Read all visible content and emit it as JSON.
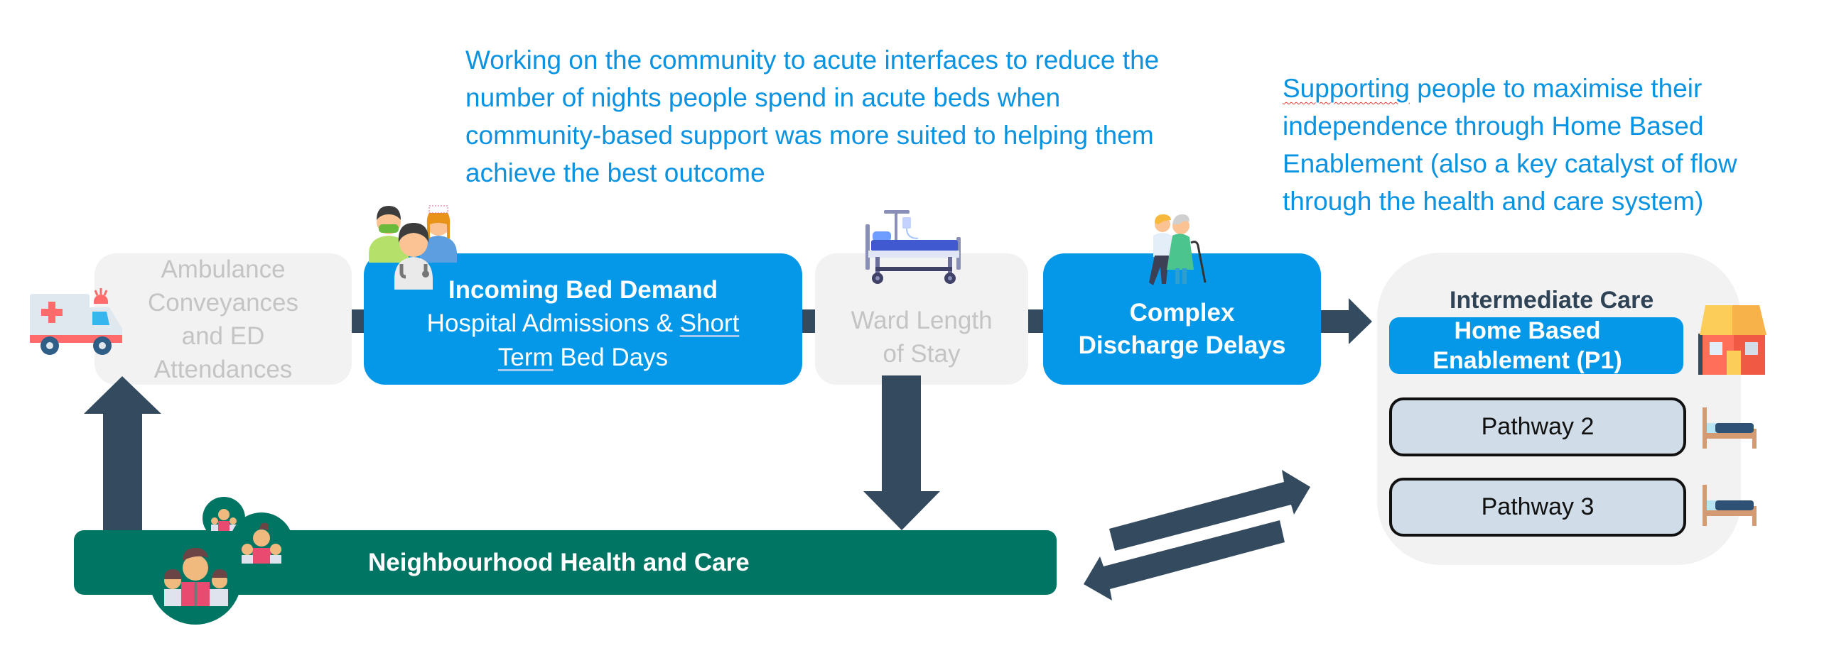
{
  "top_blurbs": {
    "acute": {
      "lines": [
        "Working on the community to acute interfaces to reduce the",
        "number of nights people spend in acute beds when",
        "community-based support was more suited to helping them",
        "achieve the best outcome"
      ]
    },
    "independence": {
      "first_word": "Supporting",
      "line1_rest": " people to maximise their",
      "lines_rest": [
        "independence through Home Based",
        "Enablement (also a key catalyst of flow",
        "through the health and care system)"
      ]
    }
  },
  "flow": {
    "ambulance": {
      "lines": [
        "Ambulance",
        "Conveyances",
        "and ED",
        "Attendances"
      ],
      "icon": "ambulance-icon"
    },
    "incoming": {
      "title": "Incoming Bed Demand",
      "line2_a": "Hospital Admissions & ",
      "line2_u": "Short ",
      "line3_u": "Term",
      "line3_b": " Bed Days",
      "icon": "medical-staff-icon"
    },
    "ward": {
      "lines": [
        "Ward Length",
        "of Stay"
      ],
      "icon": "hospital-bed-icon"
    },
    "complex": {
      "lines": [
        "Complex",
        "Discharge Delays"
      ],
      "icon": "carer-elderly-icon"
    }
  },
  "intermediate_care": {
    "title": "Intermediate Care",
    "home_based": {
      "lines": [
        "Home Based",
        "Enablement (P1)"
      ],
      "icon": "house-icon"
    },
    "pathways": [
      {
        "label": "Pathway 2",
        "icon": "bed-icon"
      },
      {
        "label": "Pathway 3",
        "icon": "bed-icon"
      }
    ]
  },
  "neighbourhood": {
    "label": "Neighbourhood Health and Care",
    "icon": "community-group-icon"
  },
  "colors": {
    "accent_blue": "#0598e8",
    "arrow": "#344a5e",
    "neighbourhood_green": "#017563",
    "grey_box": "#f2f2f2",
    "pathway_fill": "#d0dce7",
    "blurb_text": "#0a93e0"
  }
}
